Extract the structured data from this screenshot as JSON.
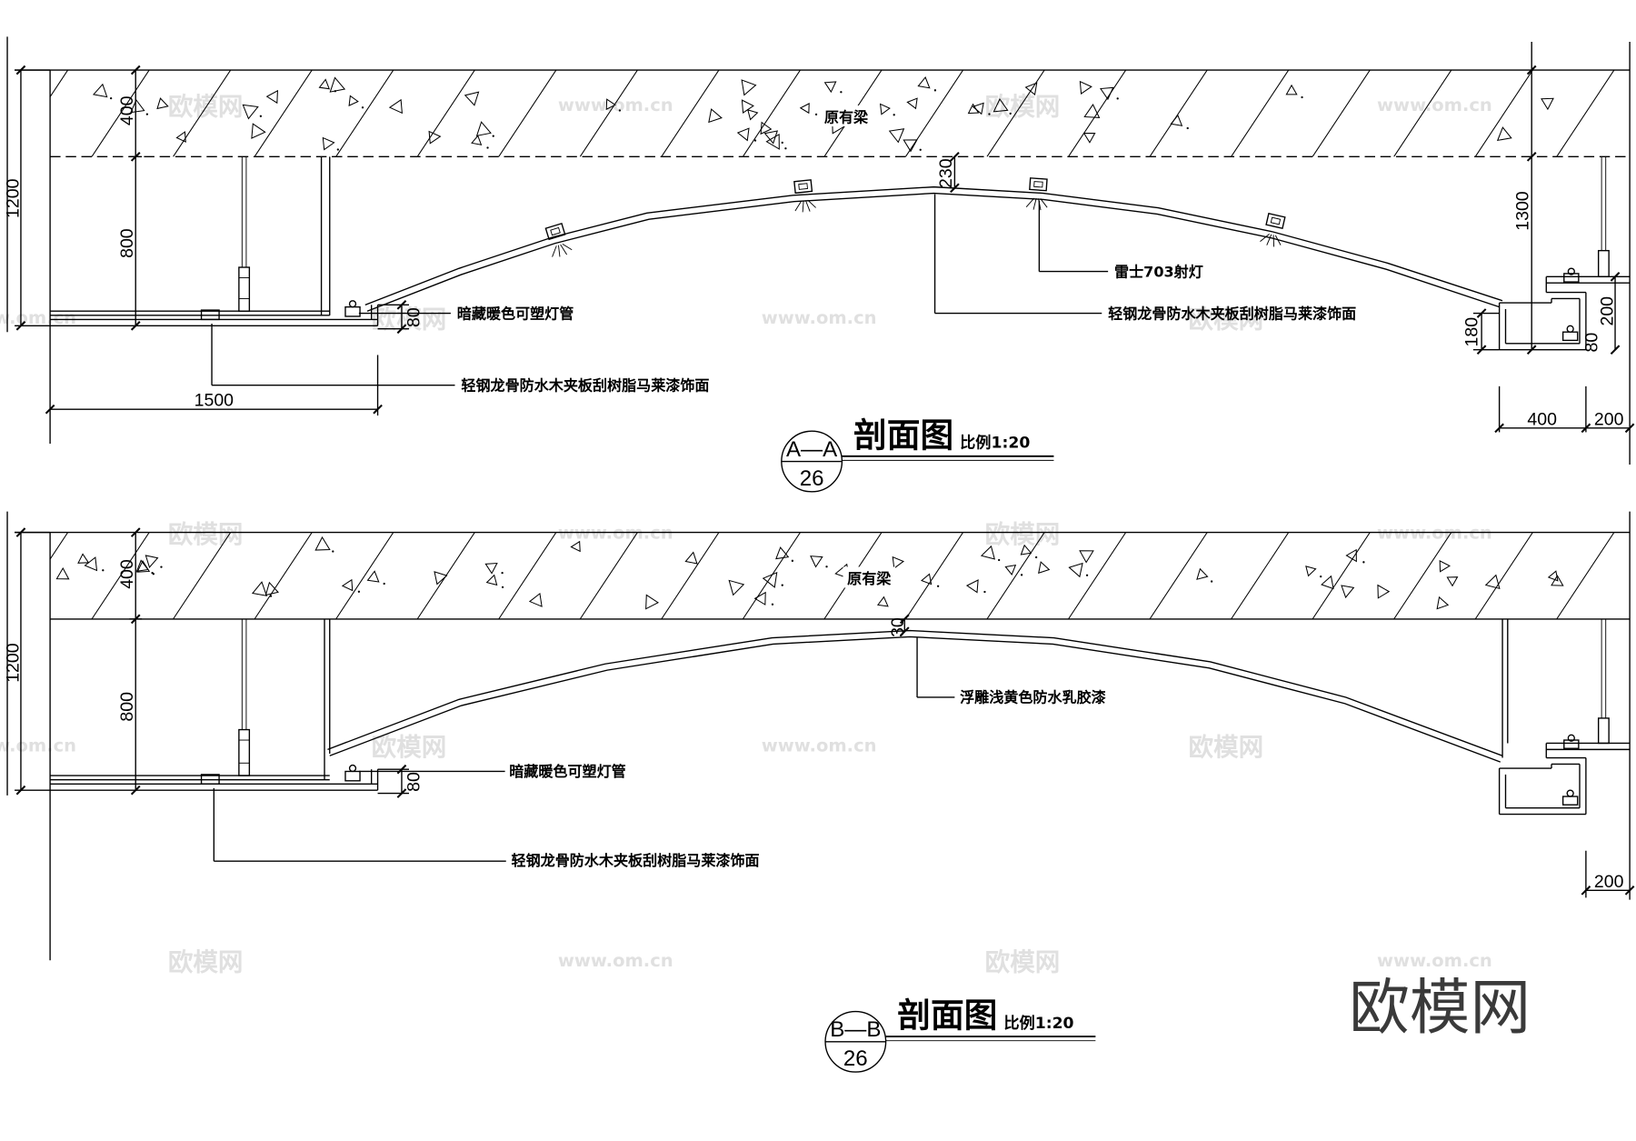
{
  "colors": {
    "line": "#000000",
    "background": "#ffffff",
    "watermark": "#c8c8c8",
    "brand_logo": "#3a3a3a"
  },
  "watermark": {
    "logo": "欧模网",
    "url": "www.om.cn"
  },
  "brand_logo": "欧模网",
  "section_aa": {
    "beam_label": "原有梁",
    "dimensions": {
      "overall_height": "1200",
      "beam_depth": "400",
      "ceiling_drop": "800",
      "arch_clearance": "230",
      "right_height": "1300",
      "right_cove_height": "200",
      "right_cove_offset": "180",
      "right_cove_lip": "80",
      "left_cove_lip": "80",
      "left_ceiling_width": "1500",
      "right_cove_width": "400",
      "right_edge_width": "200"
    },
    "callouts": {
      "spotlight": "雷士703射灯",
      "arch_finish": "轻钢龙骨防水木夹板刮树脂马莱漆饰面",
      "cove_light": "暗藏暖色可塑灯管",
      "ceiling_finish": "轻钢龙骨防水木夹板刮树脂马莱漆饰面"
    },
    "title": {
      "name": "剖面图",
      "scale": "比例1:20",
      "section_mark": "A—A",
      "sheet_number": "26"
    }
  },
  "section_bb": {
    "beam_label": "原有梁",
    "dimensions": {
      "overall_height": "1200",
      "beam_depth": "400",
      "ceiling_drop": "800",
      "arch_clearance": "30",
      "left_cove_lip": "80",
      "right_edge_width": "200"
    },
    "callouts": {
      "arch_finish": "浮雕浅黄色防水乳胶漆",
      "cove_light": "暗藏暖色可塑灯管",
      "ceiling_finish": "轻钢龙骨防水木夹板刮树脂马莱漆饰面"
    },
    "title": {
      "name": "剖面图",
      "scale": "比例1:20",
      "section_mark": "B—B",
      "sheet_number": "26"
    }
  }
}
